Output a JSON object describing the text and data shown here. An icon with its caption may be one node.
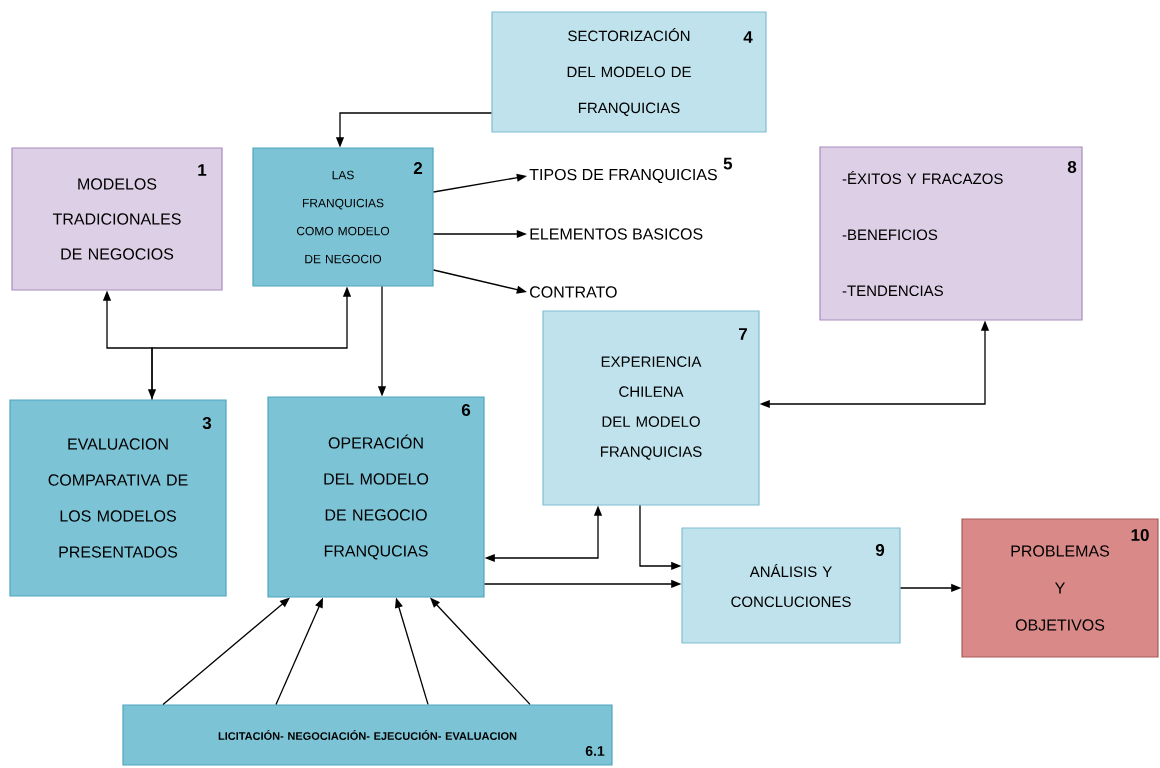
{
  "diagram": {
    "nodes": [
      {
        "text": [
          "1",
          "MODELOS TRADICIONALES DE NEGOCIOS"
        ]
      },
      {
        "text": [
          "2",
          "LAS FRANQUICIAS COMO MODELO DE NEGOCIO"
        ]
      },
      {
        "text": [
          "SECTORIZACIÓN DEL MODELO DE FRANQUICIAS",
          "4"
        ]
      },
      {
        "text": [
          "TIPOS DE FRANQUICIAS"
        ],
        "beside": [
          "5"
        ]
      },
      {
        "text": [
          "ELEMENTOS BASICOS"
        ]
      },
      {
        "text": [
          "CONTRATO"
        ]
      },
      {
        "text": [
          "8",
          "-ÉXITOS Y FRACAZOS",
          "-BENEFICIOS",
          "-TENDENCIAS"
        ]
      },
      {
        "text": [
          "3",
          "EVALUACION COMPARATIVA DE LOS MODELOS PRESENTADOS"
        ]
      },
      {
        "text": [
          "6",
          "OPERACIÓN DEL MODELO DE NEGOCIO FRANQUCIAS"
        ]
      },
      {
        "text": [
          "7",
          "EXPERIENCIA CHILENA DEL MODELO FRANQUICIAS"
        ]
      },
      {
        "text": [
          "9",
          "ANÁLISIS Y CONCLUCIONES"
        ]
      },
      {
        "text": [
          "10",
          "PROBLEMAS Y OBJETIVOS"
        ]
      },
      {
        "text": [
          "LICITACIÓN- NEGOCIACIÓN- EJECUCIÓN- EVALUACION",
          "6.1"
        ]
      }
    ],
    "edges": [
      {
        "from": 2,
        "to": 1,
        "arrow": "to"
      },
      {
        "from": 1,
        "to": 3,
        "arrow": "to"
      },
      {
        "from": 1,
        "to": 4,
        "arrow": "to"
      },
      {
        "from": 1,
        "to": 5,
        "arrow": "to"
      },
      {
        "from": 0,
        "to": 7,
        "arrow": "both"
      },
      {
        "from": 7,
        "to": 1,
        "arrow": "to"
      },
      {
        "from": 1,
        "to": 8,
        "arrow": "to"
      },
      {
        "from": 8,
        "to": 9,
        "arrow": "both"
      },
      {
        "from": 9,
        "to": 6,
        "arrow": "both"
      },
      {
        "from": 9,
        "to": 10,
        "arrow": "to"
      },
      {
        "from": 8,
        "to": 10,
        "arrow": "to"
      },
      {
        "from": 10,
        "to": 11,
        "arrow": "to"
      },
      {
        "from": 12,
        "to": 8,
        "arrow": "to"
      },
      {
        "from": 12,
        "to": 8,
        "arrow": "to"
      },
      {
        "from": 12,
        "to": 8,
        "arrow": "to"
      },
      {
        "from": 12,
        "to": 8,
        "arrow": "to"
      }
    ]
  }
}
